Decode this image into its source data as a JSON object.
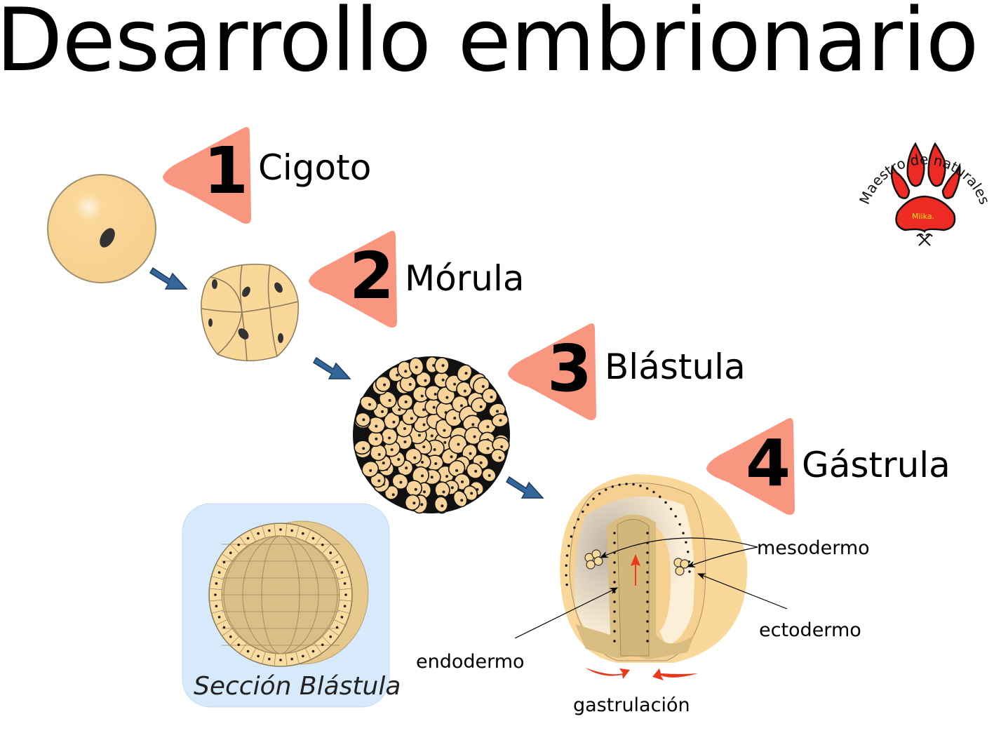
{
  "title": "Desarrollo embrionario",
  "stages": [
    {
      "number": "1",
      "label": "Cigoto"
    },
    {
      "number": "2",
      "label": "Mórula"
    },
    {
      "number": "3",
      "label": "Blástula"
    },
    {
      "number": "4",
      "label": "Gástrula"
    }
  ],
  "section_box": {
    "label": "Sección Blástula"
  },
  "gastrula_labels": {
    "mesoderm": "mesodermo",
    "ectoderm": "ectodermo",
    "endoderm": "endodermo",
    "gastrulation": "gastrulación"
  },
  "logo": {
    "text_top": "Maestro de naturales",
    "text_paw": "Miika."
  },
  "colors": {
    "triangle": "#F99680",
    "cell": "#FAD89A",
    "arrow": "#336699",
    "section_bg": "#D6EAFB",
    "paw": "#EE2A24",
    "red_arrow": "#E8391A"
  }
}
